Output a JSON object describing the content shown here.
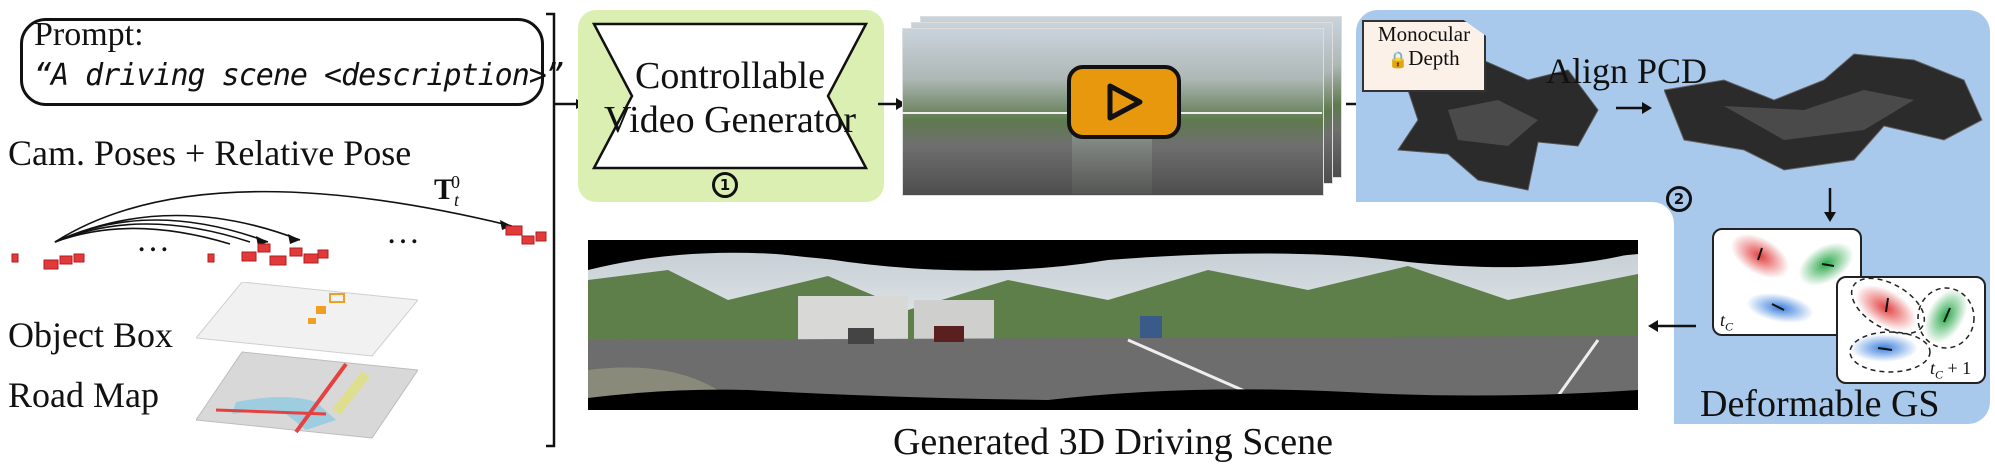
{
  "prompt": {
    "title": "Prompt:",
    "text": "“A driving scene <description>”"
  },
  "inputs": {
    "cam_poses_label": "Cam. Poses + Relative Pose",
    "relative_pose_symbol": "T",
    "relative_pose_sub": "t",
    "relative_pose_sup": "0",
    "ellipsis_1": "…",
    "ellipsis_2": "…",
    "object_box_label": "Object Box",
    "road_map_label": "Road Map"
  },
  "generator": {
    "line1": "Controllable",
    "line2": "Video Generator",
    "step": "1"
  },
  "depth": {
    "line1": "Monocular",
    "line2": "Depth"
  },
  "align_pcd_label": "Align PCD",
  "deformable_step": "2",
  "deformable": {
    "label": "Deformable GS",
    "t_sym": "t",
    "t_sub": "C",
    "t_next_suffix": " + 1"
  },
  "output_label": "Generated 3D Driving Scene",
  "colors": {
    "green_panel": "#dcefb3",
    "blue_panel": "#a9c9ec",
    "play_button": "#e8980c",
    "pose_marker": "#e23a3a"
  }
}
